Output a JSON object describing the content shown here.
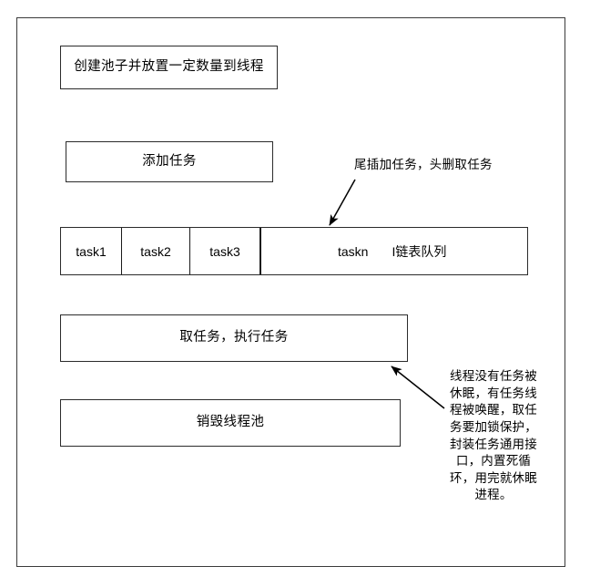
{
  "diagram": {
    "title_boxes": {
      "create_pool": "创建池子并放置一定数量到线程",
      "add_task": "添加任务",
      "get_exec_task": "取任务，执行任务",
      "destroy_pool": "销毁线程池"
    },
    "queue": {
      "cells": [
        "task1",
        "task2",
        "task3"
      ],
      "tail_label": "taskn",
      "queue_type_label": "I链表队列"
    },
    "annotations": {
      "queue_note": "尾插加任务，头删取任务",
      "thread_note": "线程没有任务被休眠，有任务线程被唤醒，取任务要加锁保护，封装任务通用接口，内置死循环，用完就休眠进程。"
    },
    "colors": {
      "border": "#2b2b2b",
      "frame": "#3a3a3a",
      "text": "#000000",
      "background": "#ffffff"
    }
  }
}
